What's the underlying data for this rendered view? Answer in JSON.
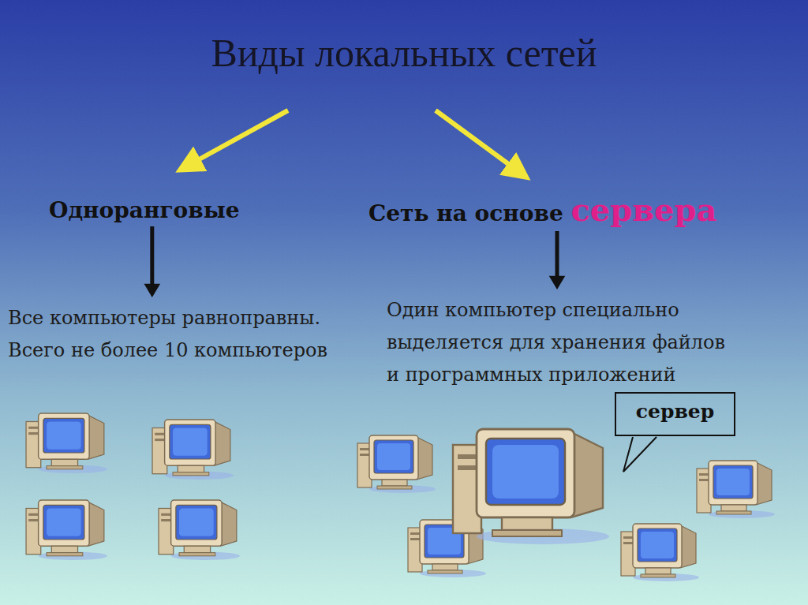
{
  "diagram": {
    "title": "Виды локальных сетей",
    "nodes": [
      {
        "text": [
          "Одноранговые"
        ]
      },
      {
        "text": [
          "Сеть на основе",
          "сервера"
        ]
      },
      {
        "text": [
          "Все компьютеры равноправны. Всего не более 10 компьютеров"
        ]
      },
      {
        "text": [
          "Один компьютер специально выделяется для хранения файлов и программных приложений"
        ]
      },
      {
        "text": [
          "сервер"
        ]
      }
    ],
    "edges": [
      {
        "from": 0,
        "to": 2,
        "arrow": "to"
      },
      {
        "from": 1,
        "to": 3,
        "arrow": "to"
      }
    ]
  }
}
